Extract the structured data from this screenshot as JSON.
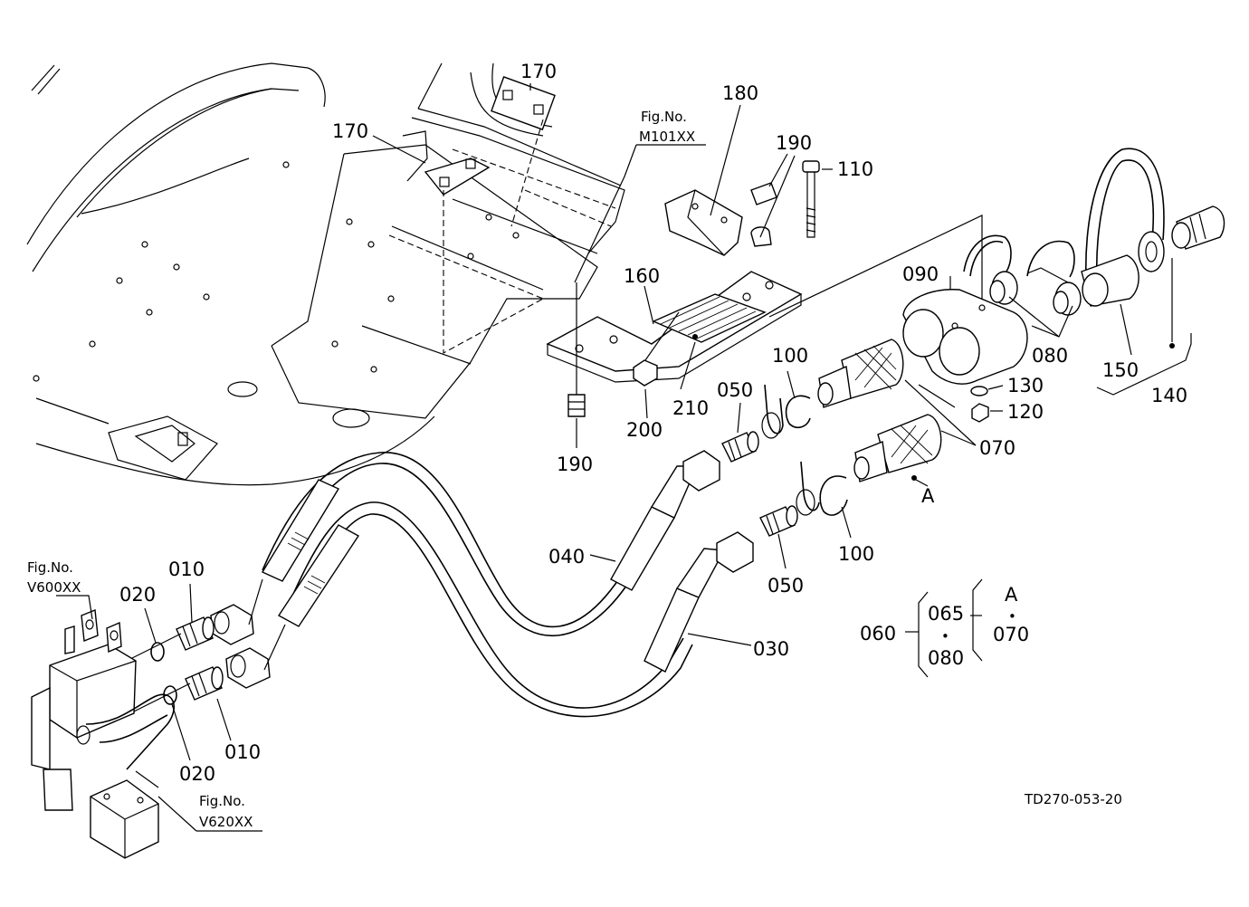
{
  "diagram": {
    "drawing_code": "TD270-053-20",
    "fig_refs": [
      {
        "fig": "Fig.No.",
        "num": "M101XX"
      },
      {
        "fig": "Fig.No.",
        "num": "V600XX"
      },
      {
        "fig": "Fig.No.",
        "num": "V620XX"
      }
    ],
    "part_labels": [
      "170",
      "170",
      "180",
      "190",
      "110",
      "160",
      "090",
      "080",
      "150",
      "140",
      "210",
      "200",
      "190",
      "050",
      "100",
      "130",
      "120",
      "070",
      "A",
      "040",
      "100",
      "050",
      "030",
      "010",
      "020",
      "010",
      "020"
    ],
    "kit_legend": {
      "assembly": "060",
      "upper": "065",
      "lower": "080",
      "sub_upper": "A",
      "sub_lower": "070",
      "dot": "•"
    }
  }
}
